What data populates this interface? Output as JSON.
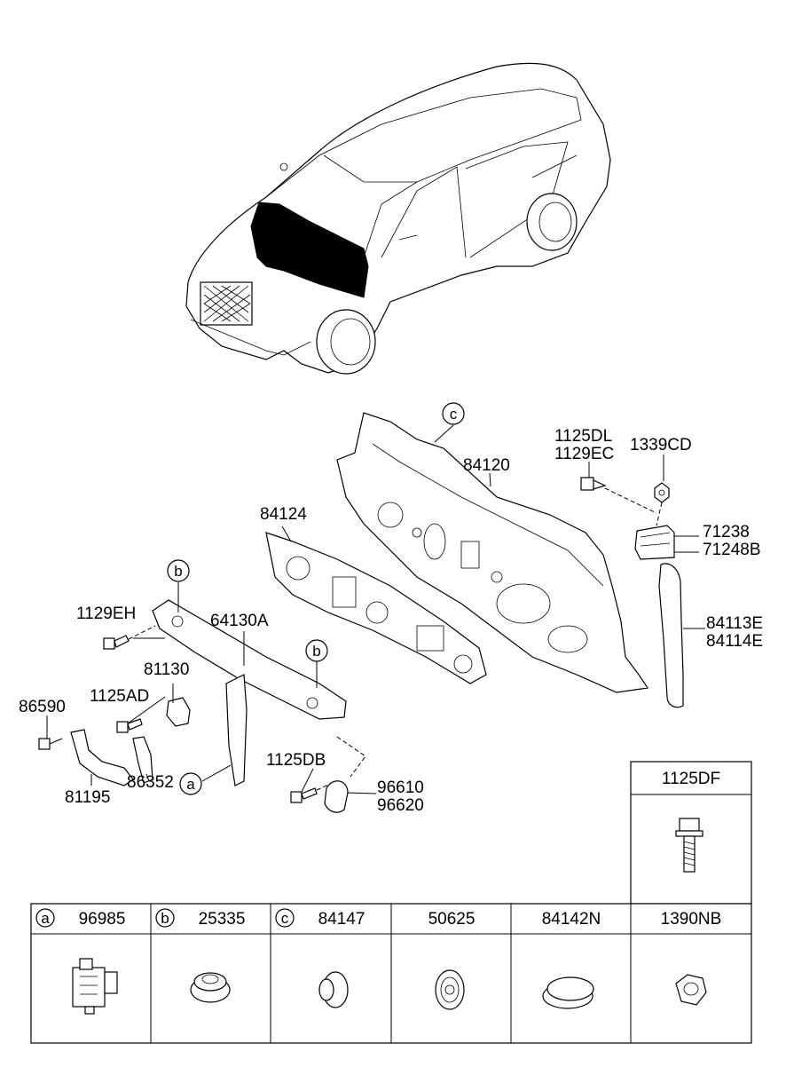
{
  "callouts": {
    "c_top": "c",
    "b_left": "b",
    "b_right": "b",
    "a_lower": "a"
  },
  "part_labels": {
    "p84120": "84120",
    "p1125DL": "1125DL",
    "p1129EC": "1129EC",
    "p1339CD": "1339CD",
    "p71238": "71238",
    "p71248B": "71248B",
    "p84113E": "84113E",
    "p84114E": "84114E",
    "p84124": "84124",
    "p1129EH": "1129EH",
    "p64130A": "64130A",
    "p81130": "81130",
    "p1125AD": "1125AD",
    "p86590": "86590",
    "p81195": "81195",
    "p86352": "86352",
    "p1125DB": "1125DB",
    "p96610": "96610",
    "p96620": "96620"
  },
  "table": {
    "top_cell": {
      "label": "1125DF"
    },
    "cells": [
      {
        "letter": "a",
        "label": "96985"
      },
      {
        "letter": "b",
        "label": "25335"
      },
      {
        "letter": "c",
        "label": "84147"
      },
      {
        "letter": "",
        "label": "50625"
      },
      {
        "letter": "",
        "label": "84142N"
      },
      {
        "letter": "",
        "label": "1390NB"
      }
    ]
  }
}
